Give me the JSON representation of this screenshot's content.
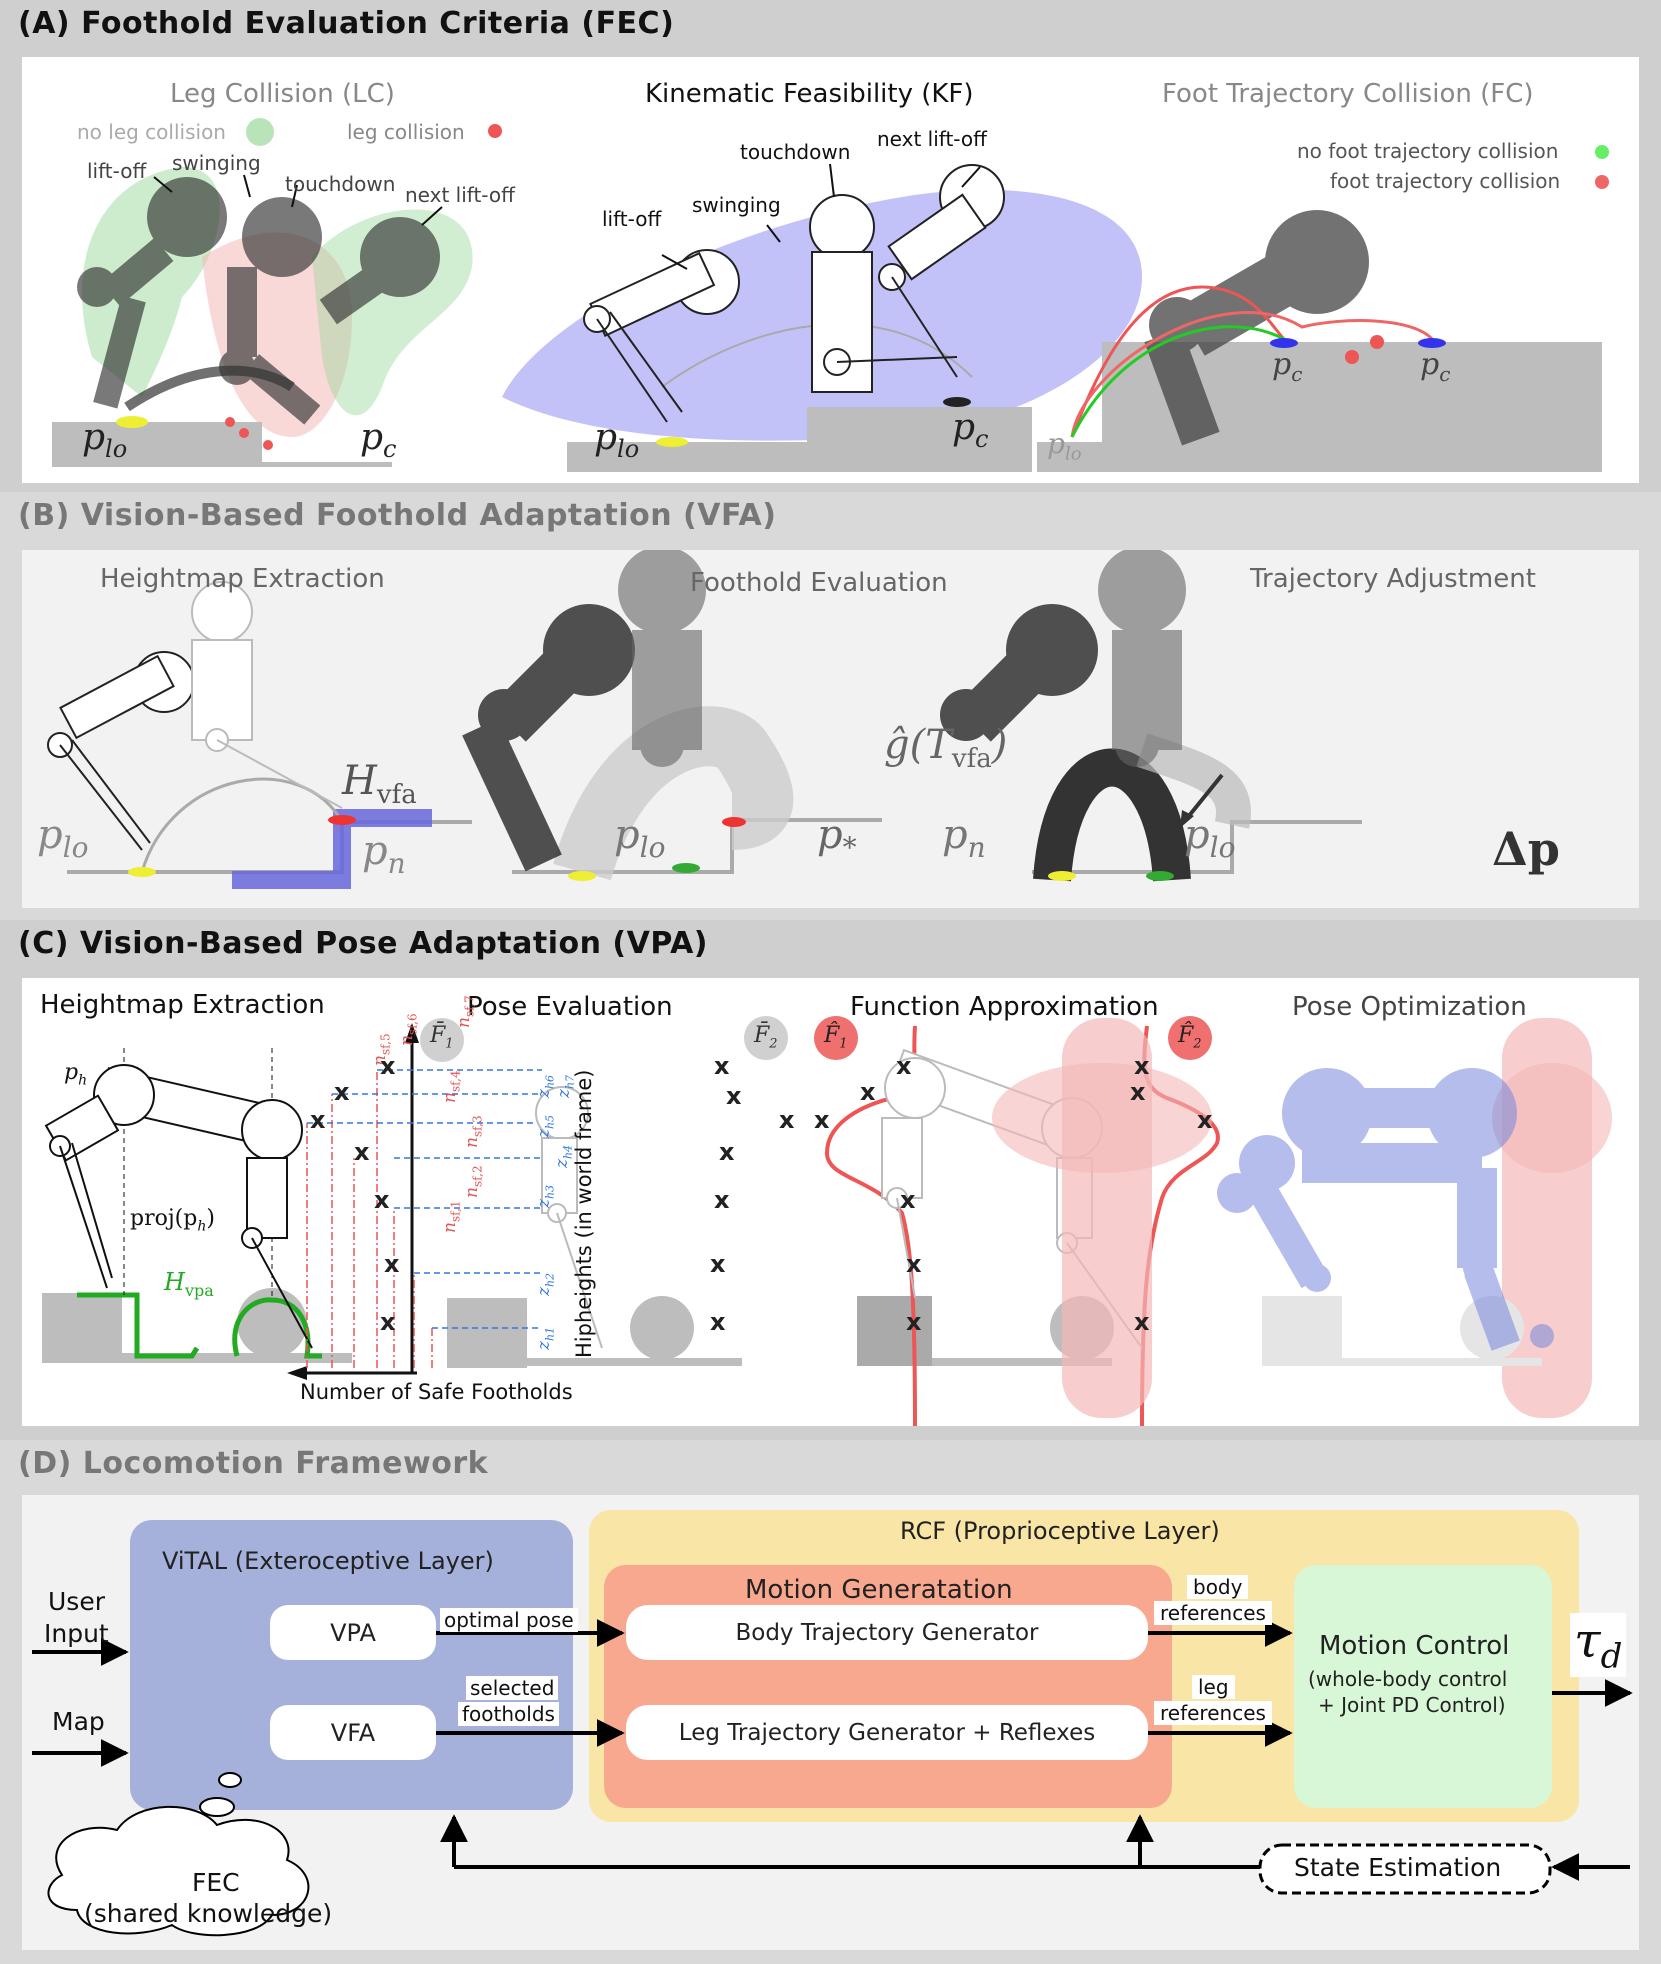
{
  "sectionA": {
    "title": "(A) Foothold Evaluation Criteria (FEC)",
    "lc": {
      "title": "Leg Collision (LC)",
      "legend_no": "no leg collision",
      "legend_yes": "leg collision",
      "liftoff": "lift-off",
      "swinging": "swinging",
      "touchdown": "touchdown",
      "next_liftoff": "next lift-off",
      "plo": "p",
      "plo_sub": "lo",
      "pc": "p",
      "pc_sub": "c"
    },
    "kf": {
      "title": "Kinematic Feasibility (KF)",
      "liftoff": "lift-off",
      "swinging": "swinging",
      "touchdown": "touchdown",
      "next_liftoff": "next lift-off",
      "plo": "p",
      "plo_sub": "lo",
      "pc": "p",
      "pc_sub": "c"
    },
    "fc": {
      "title": "Foot Trajectory Collision (FC)",
      "legend_no": "no foot trajectory collision",
      "legend_yes": "foot trajectory collision",
      "pc1": "p",
      "pc1_sub": "c",
      "pc2": "p",
      "pc2_sub": "c",
      "plo": "p",
      "plo_sub": "lo"
    }
  },
  "sectionB": {
    "title": "(B) Vision-Based Foothold Adaptation (VFA)",
    "hm": {
      "title": "Heightmap Extraction",
      "H": "H",
      "H_sub": "vfa",
      "plo": "p",
      "plo_sub": "lo",
      "pn": "p",
      "pn_sub": "n"
    },
    "fe": {
      "title": "Foothold Evaluation",
      "g": "ĝ(T",
      "g_sub": "vfa",
      "g_end": ")",
      "plo": "p",
      "plo_sub": "lo",
      "pstar": "p",
      "pstar_sub": "*",
      "pn": "p",
      "pn_sub": "n"
    },
    "ta": {
      "title": "Trajectory Adjustment",
      "plo": "p",
      "plo_sub": "lo",
      "dp": "Δp"
    }
  },
  "sectionC": {
    "title": "(C) Vision-Based Pose Adaptation (VPA)",
    "hm": {
      "title": "Heightmap Extraction",
      "ph": "p",
      "ph_sub": "h",
      "proj": "proj(p",
      "proj_sub": "h",
      "proj_end": ")",
      "H": "H",
      "H_sub": "vpa"
    },
    "pe": {
      "title": "Pose Evaluation",
      "F1": "F̄",
      "F1_sub": "1",
      "yaxis": "Hipheights (in world frame)",
      "xaxis": "Number of Safe Footholds",
      "nsf": [
        "n",
        "n",
        "n",
        "n",
        "n",
        "n",
        "n"
      ],
      "nsf_sub": [
        "sf,1",
        "sf,2",
        "sf,3",
        "sf,4",
        "sf,5",
        "sf,6",
        "sf,7"
      ],
      "z": [
        "z",
        "z",
        "z",
        "z",
        "z",
        "z",
        "z"
      ],
      "z_sub": [
        "h1",
        "h2",
        "h3",
        "h4",
        "h5",
        "h6",
        "h7"
      ],
      "x_mark": "x"
    },
    "fa": {
      "title": "Function Approximation",
      "F2bar": "F̄",
      "F2bar_sub": "2",
      "F1hat": "F̂",
      "F1hat_sub": "1",
      "F2hat": "F̂",
      "F2hat_sub": "2"
    },
    "po": {
      "title": "Pose Optimization"
    }
  },
  "sectionD": {
    "title": "(D) Locomotion Framework",
    "vital": "ViTAL (Exteroceptive Layer)",
    "rcf": "RCF (Proprioceptive Layer)",
    "vpa": "VPA",
    "vfa": "VFA",
    "motion_gen": "Motion Generatation",
    "body_traj": "Body Trajectory Generator",
    "leg_traj": "Leg Trajectory Generator + Reflexes",
    "motion_control": "Motion Control",
    "motion_control_sub1": "(whole-body control",
    "motion_control_sub2": "+ Joint PD Control)",
    "user_input_1": "User",
    "user_input_2": "Input",
    "map": "Map",
    "optimal_pose": "optimal pose",
    "selected_1": "selected",
    "selected_2": "footholds",
    "body_ref_1": "body",
    "body_ref_2": "references",
    "leg_ref_1": "leg",
    "leg_ref_2": "references",
    "tau": "τ",
    "tau_sub": "d",
    "fec_1": "FEC",
    "fec_2": "(shared knowledge)",
    "state_est": "State Estimation"
  },
  "colors": {
    "vital": "#a5b1da",
    "rcf": "#f9e5a6",
    "motion_gen": "#f8a88e",
    "motion_control": "#d7f7d7",
    "green": "#00aa00",
    "red": "#ee5555",
    "blue": "#5566dd"
  }
}
